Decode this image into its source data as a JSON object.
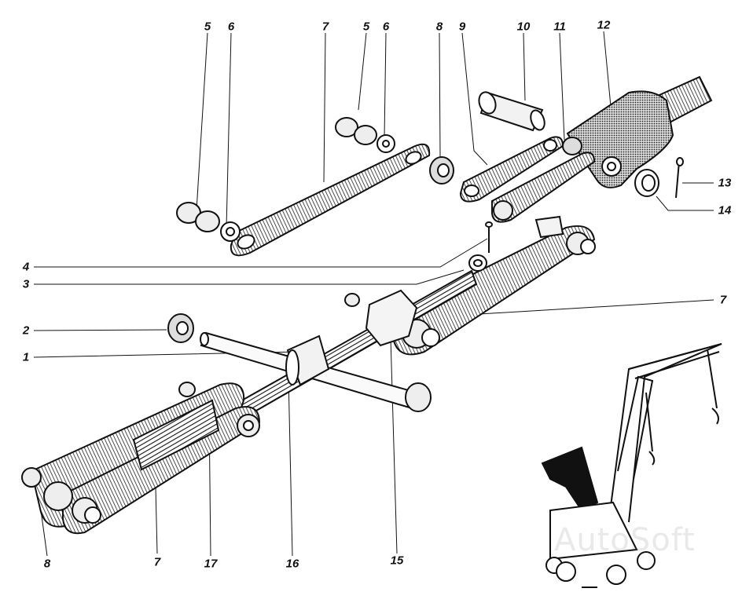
{
  "diagram": {
    "callouts": [
      {
        "id": "c5a",
        "text": "5"
      },
      {
        "id": "c6a",
        "text": "6"
      },
      {
        "id": "c7a",
        "text": "7"
      },
      {
        "id": "c5b",
        "text": "5"
      },
      {
        "id": "c6b",
        "text": "6"
      },
      {
        "id": "c8a",
        "text": "8"
      },
      {
        "id": "c9",
        "text": "9"
      },
      {
        "id": "c10",
        "text": "10"
      },
      {
        "id": "c11",
        "text": "11"
      },
      {
        "id": "c12",
        "text": "12"
      },
      {
        "id": "c13",
        "text": "13"
      },
      {
        "id": "c14",
        "text": "14"
      },
      {
        "id": "c4",
        "text": "4"
      },
      {
        "id": "c3",
        "text": "3"
      },
      {
        "id": "c7b",
        "text": "7"
      },
      {
        "id": "c2",
        "text": "2"
      },
      {
        "id": "c1",
        "text": "1"
      },
      {
        "id": "c8b",
        "text": "8"
      },
      {
        "id": "c7c",
        "text": "7"
      },
      {
        "id": "c17",
        "text": "17"
      },
      {
        "id": "c16",
        "text": "16"
      },
      {
        "id": "c15",
        "text": "15"
      }
    ],
    "watermark": "AutoSoft"
  }
}
